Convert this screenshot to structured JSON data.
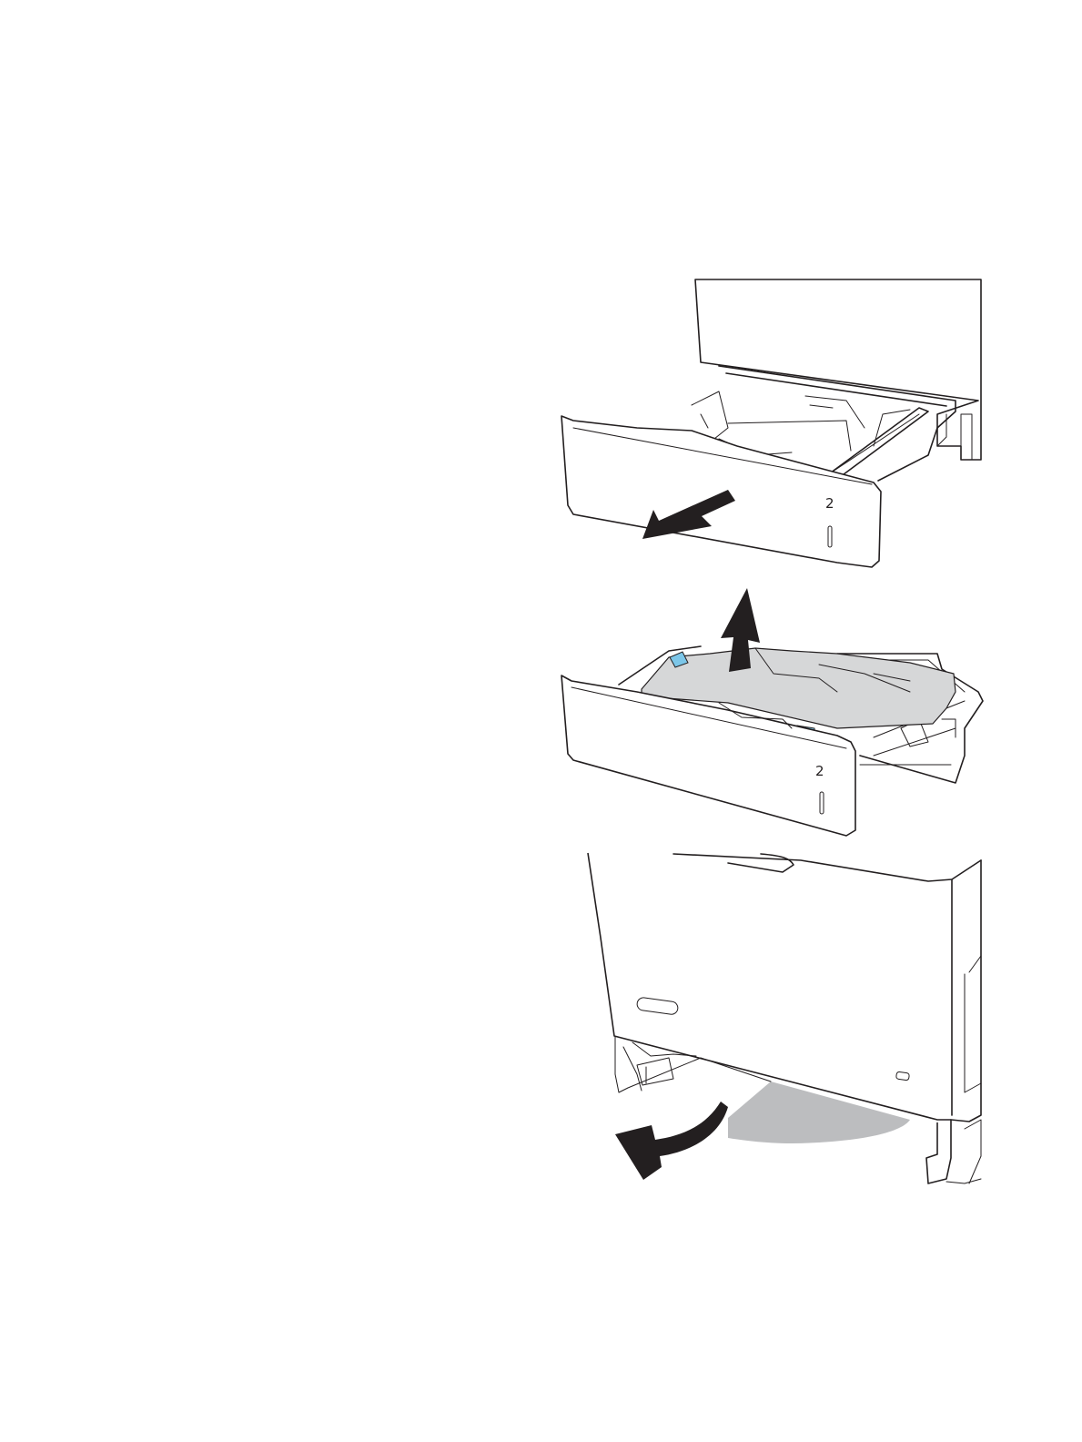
{
  "figure": {
    "steps": [
      {
        "tray_number": "2",
        "action": "pull-out-tray"
      },
      {
        "tray_number": "2",
        "action": "remove-jammed-paper"
      },
      {
        "tray_number": "",
        "action": "open-lower-right-door"
      }
    ]
  },
  "colors": {
    "outline": "#231f20",
    "paper": "#d6d7d8",
    "accent_blue": "#7cc6e8",
    "door_swing": "#bcbdbf"
  }
}
